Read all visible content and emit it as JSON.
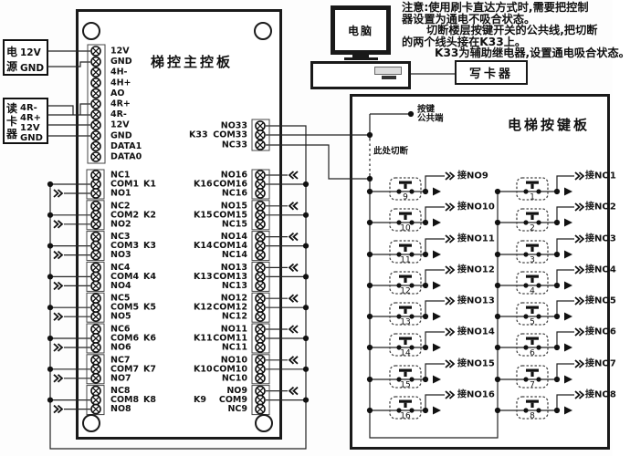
{
  "note": {
    "lines": [
      "注意:使用刷卡直达方式时,需要把控制",
      "器设置为通电不吸合状态。",
      "切断楼层按键开关的公共线,把切断",
      "的两个线头接在K33上。",
      "K33为辅助继电器,设置通电吸合状态。"
    ]
  },
  "computer": {
    "label": "电脑"
  },
  "writer": {
    "label": "写卡器"
  },
  "power_box": {
    "title": "电源",
    "pins": [
      "12V",
      "GND"
    ]
  },
  "reader_box": {
    "title": "读卡器",
    "pins": [
      "4R-",
      "4R+",
      "12V",
      "GND"
    ]
  },
  "main_board": {
    "title": "梯控主控板",
    "top_pins": [
      "12V",
      "GND",
      "4H-",
      "4H+",
      "AO",
      "4R+",
      "4R-",
      "12V",
      "GND",
      "DATA1",
      "DATA0"
    ],
    "k33": {
      "relay": "K33",
      "pins": [
        "NO33",
        "COM33",
        "NC33"
      ]
    },
    "left_relays": [
      {
        "relay": "K1",
        "pins": [
          "NC1",
          "COM1",
          "NO1"
        ]
      },
      {
        "relay": "K2",
        "pins": [
          "NC2",
          "COM2",
          "NO2"
        ]
      },
      {
        "relay": "K3",
        "pins": [
          "NC3",
          "COM3",
          "NO3"
        ]
      },
      {
        "relay": "K4",
        "pins": [
          "NC4",
          "COM4",
          "NO4"
        ]
      },
      {
        "relay": "K5",
        "pins": [
          "NC5",
          "COM5",
          "NO5"
        ]
      },
      {
        "relay": "K6",
        "pins": [
          "NC6",
          "COM6",
          "NO6"
        ]
      },
      {
        "relay": "K7",
        "pins": [
          "NC7",
          "COM7",
          "NO7"
        ]
      },
      {
        "relay": "K8",
        "pins": [
          "NC8",
          "COM8",
          "NO8"
        ]
      }
    ],
    "right_relays": [
      {
        "relay": "K16",
        "pins": [
          "NO16",
          "COM16",
          "NC16"
        ]
      },
      {
        "relay": "K15",
        "pins": [
          "NO15",
          "COM15",
          "NC15"
        ]
      },
      {
        "relay": "K14",
        "pins": [
          "NO14",
          "COM14",
          "NC14"
        ]
      },
      {
        "relay": "K13",
        "pins": [
          "NO13",
          "COM13",
          "NC13"
        ]
      },
      {
        "relay": "K12",
        "pins": [
          "NO12",
          "COM12",
          "NC12"
        ]
      },
      {
        "relay": "K11",
        "pins": [
          "NO11",
          "COM11",
          "NC11"
        ]
      },
      {
        "relay": "K10",
        "pins": [
          "NO10",
          "COM10",
          "NC10"
        ]
      },
      {
        "relay": "K9",
        "pins": [
          "NO9",
          "COM9",
          "NC9"
        ]
      }
    ]
  },
  "button_board": {
    "title": "电梯按键板",
    "common_terminal": [
      "按键",
      "公共端"
    ],
    "cut_here": "此处切断",
    "left_buttons": [
      {
        "num": "9",
        "label": "接NO9"
      },
      {
        "num": "10",
        "label": "接NO10"
      },
      {
        "num": "11",
        "label": "接NO11"
      },
      {
        "num": "12",
        "label": "接NO12"
      },
      {
        "num": "13",
        "label": "接NO13"
      },
      {
        "num": "14",
        "label": "接NO14"
      },
      {
        "num": "15",
        "label": "接NO15"
      },
      {
        "num": "16",
        "label": "接NO16"
      }
    ],
    "right_buttons": [
      {
        "num": "1",
        "label": "接NO1"
      },
      {
        "num": "2",
        "label": "接NO2"
      },
      {
        "num": "3",
        "label": "接NO3"
      },
      {
        "num": "4",
        "label": "接NO4"
      },
      {
        "num": "5",
        "label": "接NO5"
      },
      {
        "num": "6",
        "label": "接NO6"
      },
      {
        "num": "7",
        "label": "接NO7"
      },
      {
        "num": "8",
        "label": "接NO8"
      }
    ]
  },
  "colors": {
    "line": "#222222",
    "board_border": "#1a1a1a",
    "text": "#111111"
  }
}
